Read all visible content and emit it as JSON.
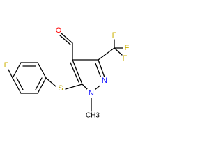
{
  "colors": {
    "oxygen": "#ff0000",
    "fluorine": "#ccb000",
    "sulfur": "#b8a000",
    "nitrogen": "#1a1aff",
    "carbon_bonds": "#000000",
    "background": "#ffffff"
  },
  "atoms": {
    "aldehyde_oxygen": "O",
    "fluorine_aryl": "F",
    "sulfur": "S",
    "ring_nitrogen_1": "N",
    "ring_nitrogen_2": "N",
    "methyl": "CH3",
    "cf3_fluorine_top": "F",
    "cf3_fluorine_right": "F",
    "cf3_fluorine_lower": "F"
  }
}
